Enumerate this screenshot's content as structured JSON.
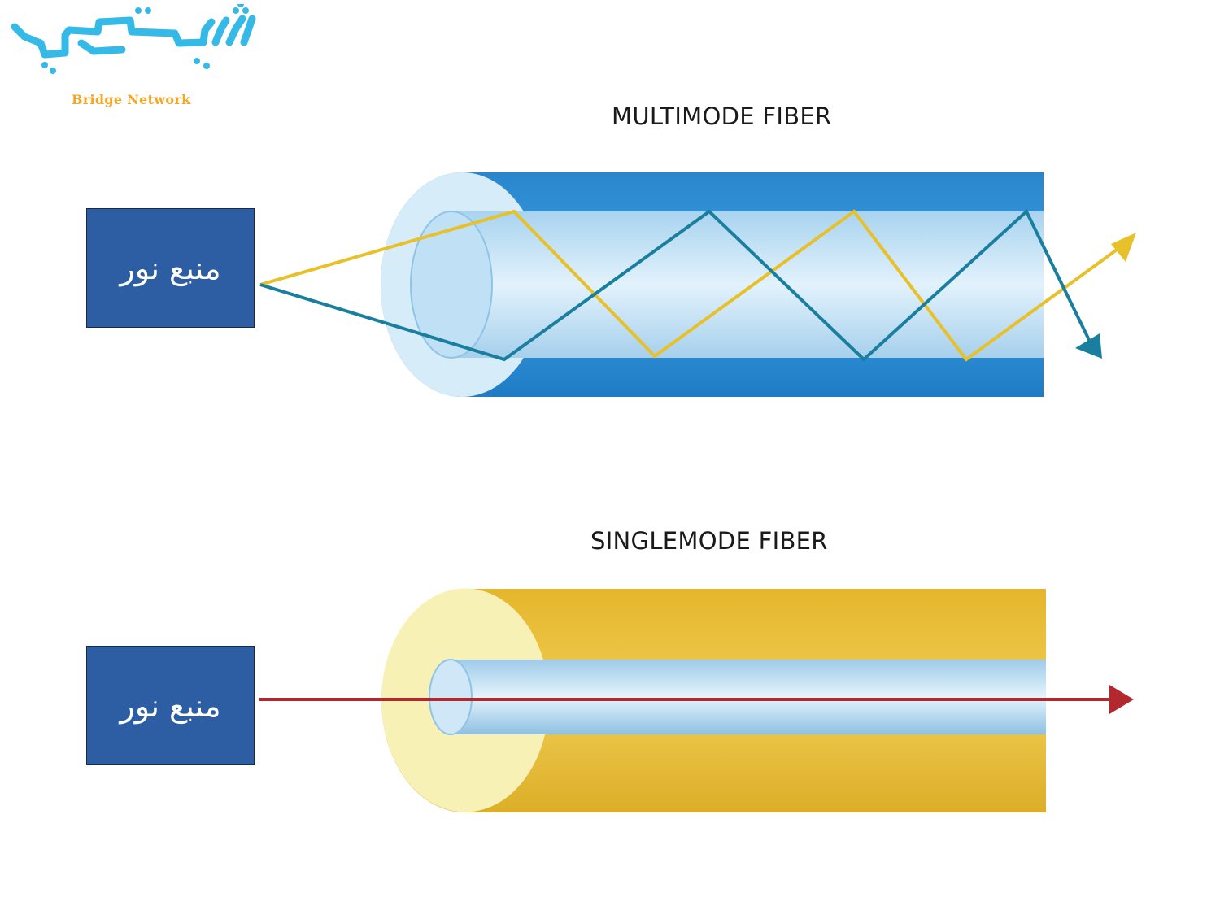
{
  "logo": {
    "name": "bridge-network-logo",
    "tagline": "Bridge Network",
    "colors": {
      "mark": "#35b9e6",
      "tagline": "#f5a623"
    }
  },
  "multimode": {
    "title": "MULTIMODE FIBER",
    "light_source_label": "منبع نور",
    "colors": {
      "cladding": "#2e8fd6",
      "core": "#bfe0f5",
      "ray_a": "#e8c02a",
      "ray_b": "#1a7f9e"
    }
  },
  "singlemode": {
    "title": "SINGLEMODE FIBER",
    "light_source_label": "منبع نور",
    "colors": {
      "cladding": "#e9c23c",
      "core": "#bfe0f5",
      "ray": "#b3282d"
    }
  },
  "light_box_color": "#2d5ea3"
}
